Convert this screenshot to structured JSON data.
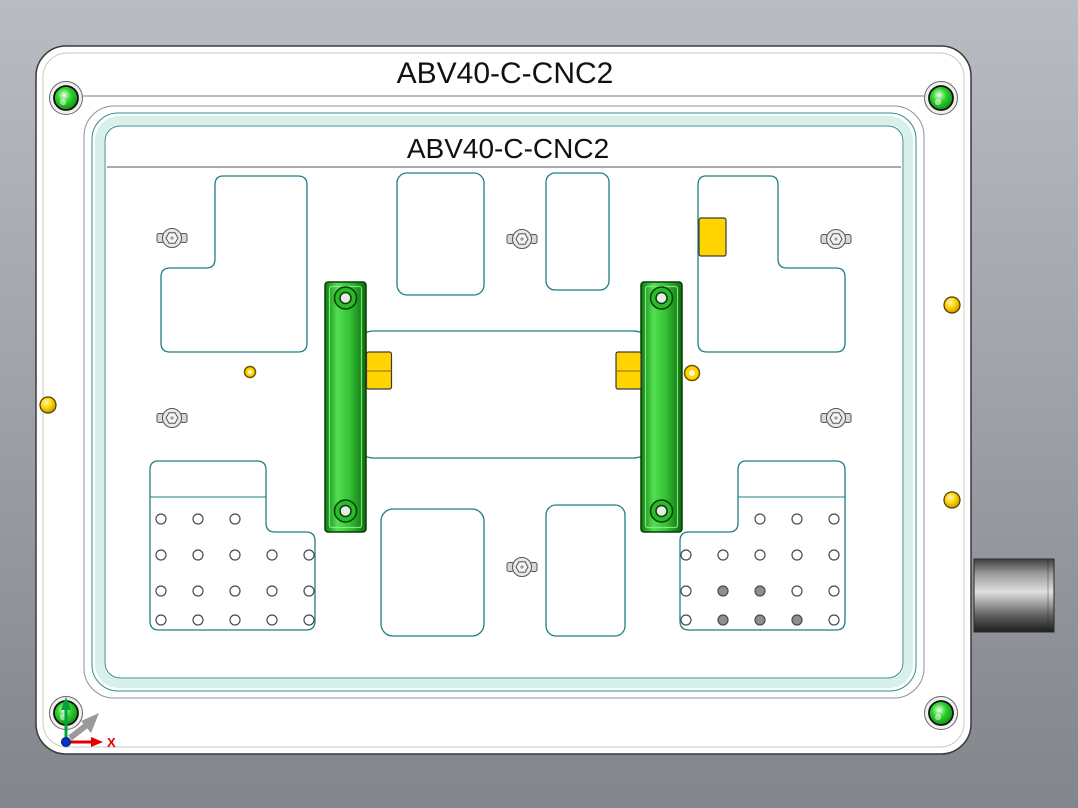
{
  "titles": {
    "outer": "ABV40-C-CNC2",
    "inner": "ABV40-C-CNC2"
  },
  "axis_triad": {
    "x_label": "X",
    "x_color": "#e00000",
    "y_color": "#00a33c",
    "z_color": "#9a9a9a",
    "origin_color": "#0033cc"
  },
  "colors": {
    "background_top": "#b9bdc3",
    "background_bottom": "#82858c",
    "plate_white": "#ffffff",
    "outline_teal": "#1f7f7f",
    "seal_band_mint": "#d9efe9",
    "bolt_green": "#2fd32f",
    "clamp_green": "#52e052",
    "accent_yellow": "#ffd400",
    "hole_fill": "#8a8f94",
    "cylinder_gray": "#e0e0e0"
  },
  "perforations": {
    "hole_radius": 5,
    "left": {
      "cols": [
        161,
        198,
        235,
        272,
        309
      ],
      "rows": [
        519,
        555,
        591,
        620
      ],
      "skip": [
        [
          272,
          519
        ],
        [
          309,
          519
        ]
      ],
      "filled": []
    },
    "right": {
      "cols": [
        686,
        723,
        760,
        797,
        834
      ],
      "rows": [
        519,
        555,
        591,
        620
      ],
      "skip": [
        [
          686,
          519
        ],
        [
          723,
          519
        ]
      ],
      "filled": [
        [
          723,
          591
        ],
        [
          760,
          591
        ],
        [
          723,
          620
        ],
        [
          760,
          620
        ],
        [
          797,
          620
        ]
      ]
    }
  }
}
